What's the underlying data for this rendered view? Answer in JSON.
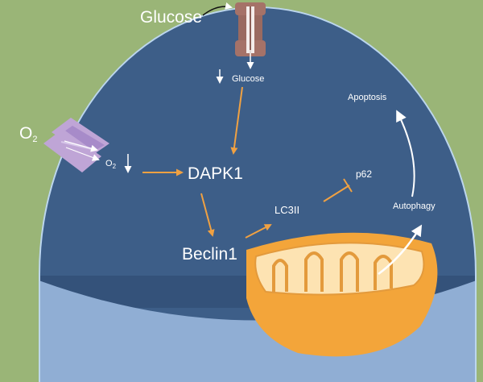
{
  "colors": {
    "background": "#9ab577",
    "cell_interior": "#3d5e88",
    "cell_lower": "#34527a",
    "cell_membrane": "#bcd6ee",
    "cell_bottom_band": "#90aed4",
    "arrow_orange": "#f0a142",
    "text": "#ffffff",
    "transporter": "#a57268",
    "channel": "#bfa5d6",
    "mito_outer": "#f3a53a",
    "mito_inner": "#fde3b2"
  },
  "icons": {
    "glucose_transporter": "glucose-transporter-icon",
    "oxygen_channel": "oxygen-channel-icon",
    "mitochondrion": "mitochondrion-icon",
    "decrease_arrow": "down-arrow-icon"
  },
  "labels": {
    "glucose_outside": "Glucose",
    "glucose_inside": "Glucose",
    "o2_outside_main": "O",
    "o2_outside_sub": "2",
    "o2_inside_main": "O",
    "o2_inside_sub": "2",
    "dapk1": "DAPK1",
    "beclin1": "Beclin1",
    "lc3ii": "LC3II",
    "p62": "p62",
    "autophagy": "Autophagy",
    "apoptosis": "Apoptosis"
  }
}
